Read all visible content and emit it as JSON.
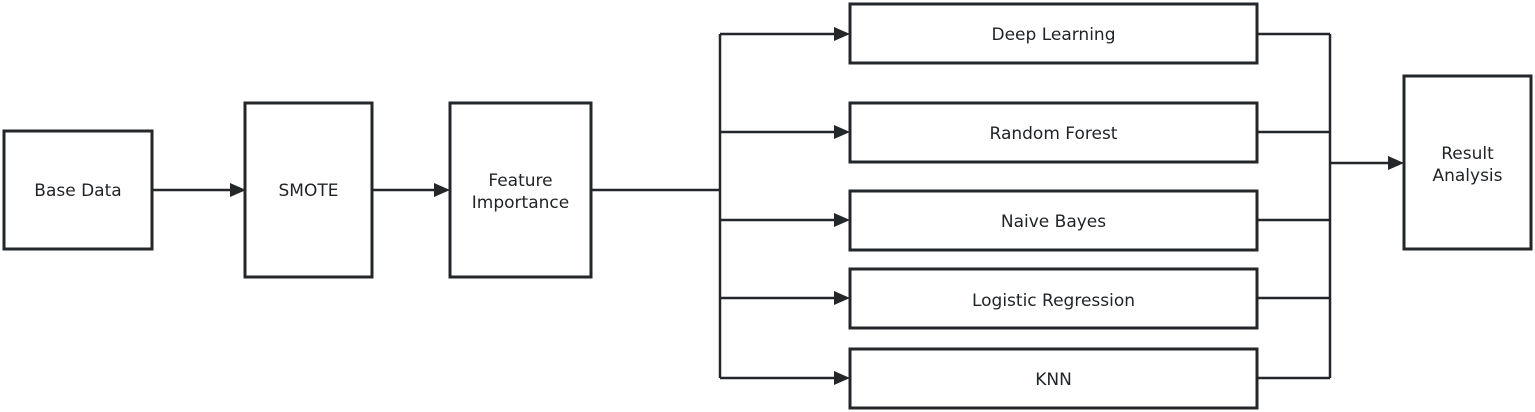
{
  "nodes": {
    "base_data": "Base Data",
    "smote": "SMOTE",
    "feature_importance": [
      "Feature",
      "Importance"
    ],
    "deep_learning": "Deep Learning",
    "random_forest": "Random Forest",
    "naive_bayes": "Naive Bayes",
    "logistic_regression": "Logistic Regression",
    "knn": "KNN",
    "result_analysis": [
      "Result",
      "Analysis"
    ]
  }
}
